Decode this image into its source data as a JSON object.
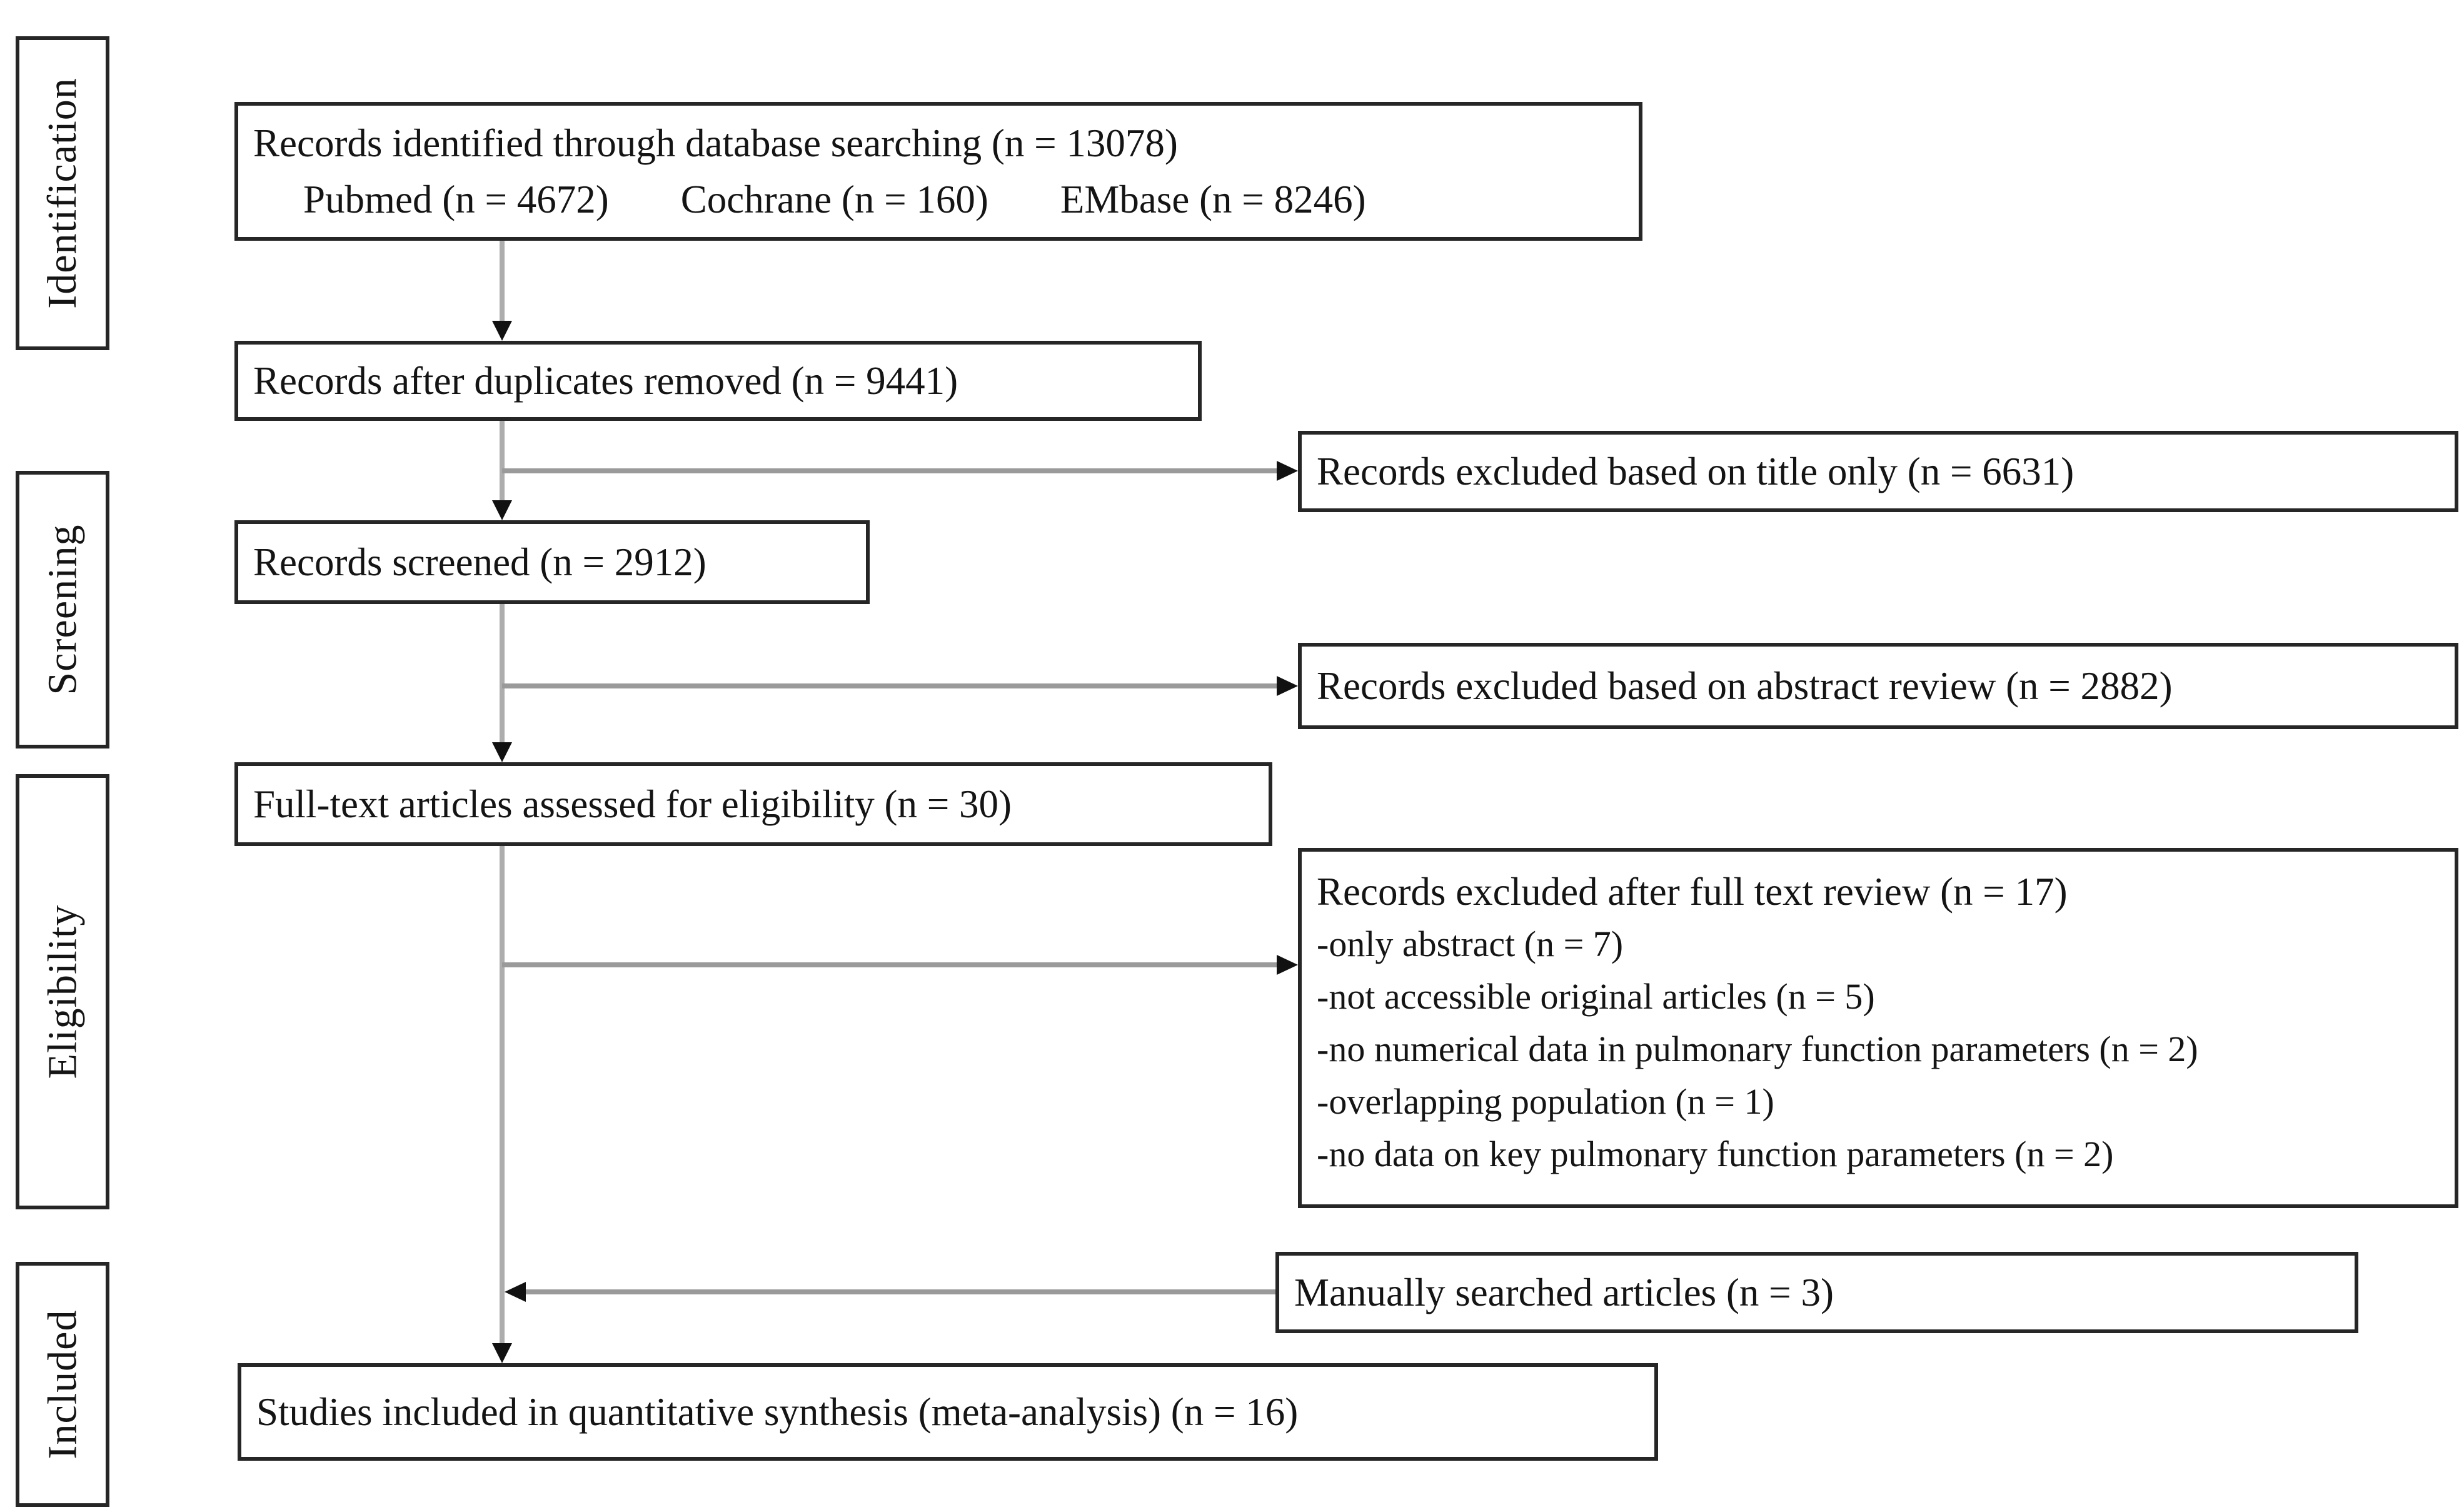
{
  "diagram": {
    "stages": {
      "identification": "Identification",
      "screening": "Screening",
      "eligibility": "Eligibility",
      "included": "Included"
    },
    "boxes": {
      "identified": {
        "line1": "Records identified through database searching  (n = 13078)",
        "sources": [
          "Pubmed (n = 4672)",
          "Cochrane (n = 160)",
          "EMbase (n = 8246)"
        ]
      },
      "duplicates_removed": "Records after duplicates removed  (n = 9441)",
      "excluded_title_only": "Records excluded based on title only (n = 6631)",
      "screened": "Records screened (n = 2912)",
      "excluded_abstract": "Records excluded based on abstract review (n = 2882)",
      "fulltext_assessed": "Full-text articles assessed for eligibility (n = 30)",
      "excluded_fulltext": {
        "title": "Records excluded after full text review (n = 17)",
        "reasons": [
          "-only abstract (n = 7)",
          "-not accessible original articles (n = 5)",
          "-no numerical data in pulmonary function parameters (n = 2)",
          "-overlapping population (n = 1)",
          "-no data on key pulmonary function parameters (n = 2)"
        ]
      },
      "manual_search": "Manually searched articles (n = 3)",
      "included_synthesis": "Studies included in quantitative synthesis (meta-analysis) (n = 16)"
    },
    "colors": {
      "border": "#262626",
      "connector_line": "#9a9a9a",
      "arrowhead": "#111111",
      "background": "#ffffff",
      "text": "#141414"
    }
  }
}
